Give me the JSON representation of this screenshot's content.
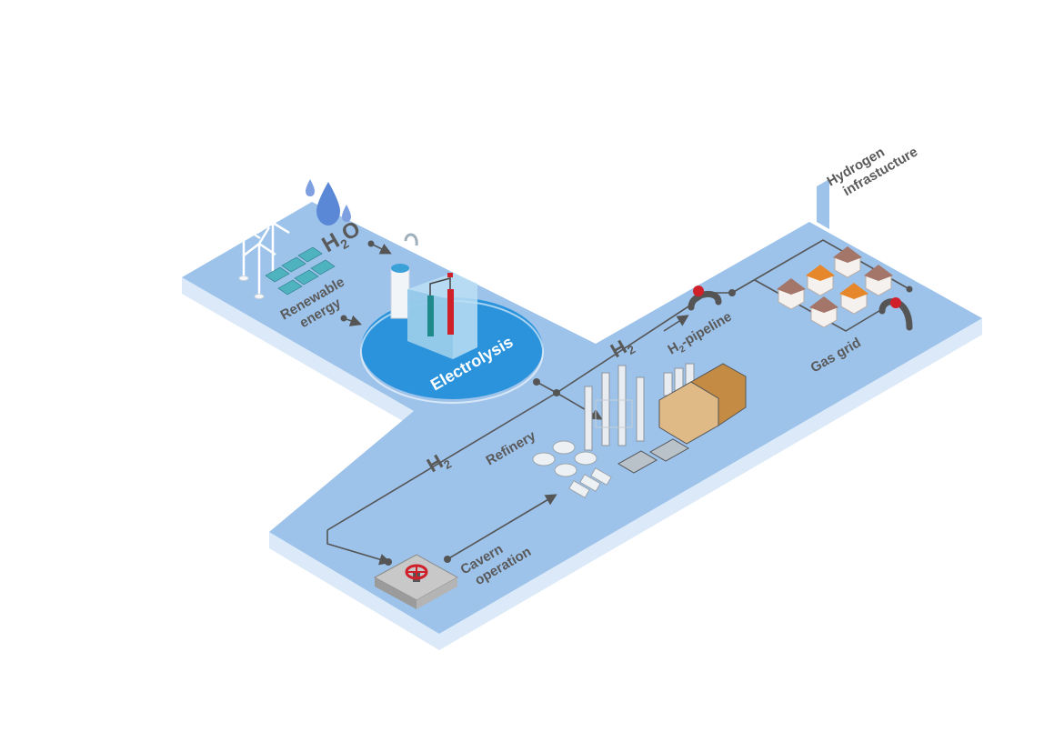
{
  "labels": {
    "h2o_main": "H",
    "h2o_sub": "2",
    "h2o_o": "O",
    "renewable_line1": "Renewable",
    "renewable_line2": "energy",
    "electrolysis": "Electrolysis",
    "h2_upper_main": "H",
    "h2_upper_sub": "2",
    "h2_lower_main": "H",
    "h2_lower_sub": "2",
    "pipeline_main": "H",
    "pipeline_sub": "2",
    "pipeline_rest": "-pipeline",
    "gas_grid": "Gas grid",
    "infra_line1": "Hydrogen",
    "infra_line2": "infrastucture",
    "refinery": "Refinery",
    "cavern_line1": "Cavern",
    "cavern_line2": "operation"
  },
  "colors": {
    "platform_top": "#9dc3eb",
    "platform_side": "#dbe9f8",
    "electrolysis_disc": "#2a93dc",
    "arrow": "#555555",
    "valve_red": "#d0202a",
    "house_roof_orange": "#e7872b",
    "house_roof_brown": "#a4766a",
    "water_drop": "#5b88d6"
  },
  "icons": {
    "wind_turbines": "wind-turbine-icon",
    "solar_panels": "solar-panel-icon",
    "water_drops": "water-drop-icon",
    "electrolyser": "electrolyser-icon",
    "pipeline_valve": "pipeline-valve-icon",
    "houses": "house-icon",
    "refinery_towers": "refinery-tower-icon",
    "storage_tanks": "storage-tank-icon",
    "cavern_valve": "cavern-valve-icon"
  }
}
